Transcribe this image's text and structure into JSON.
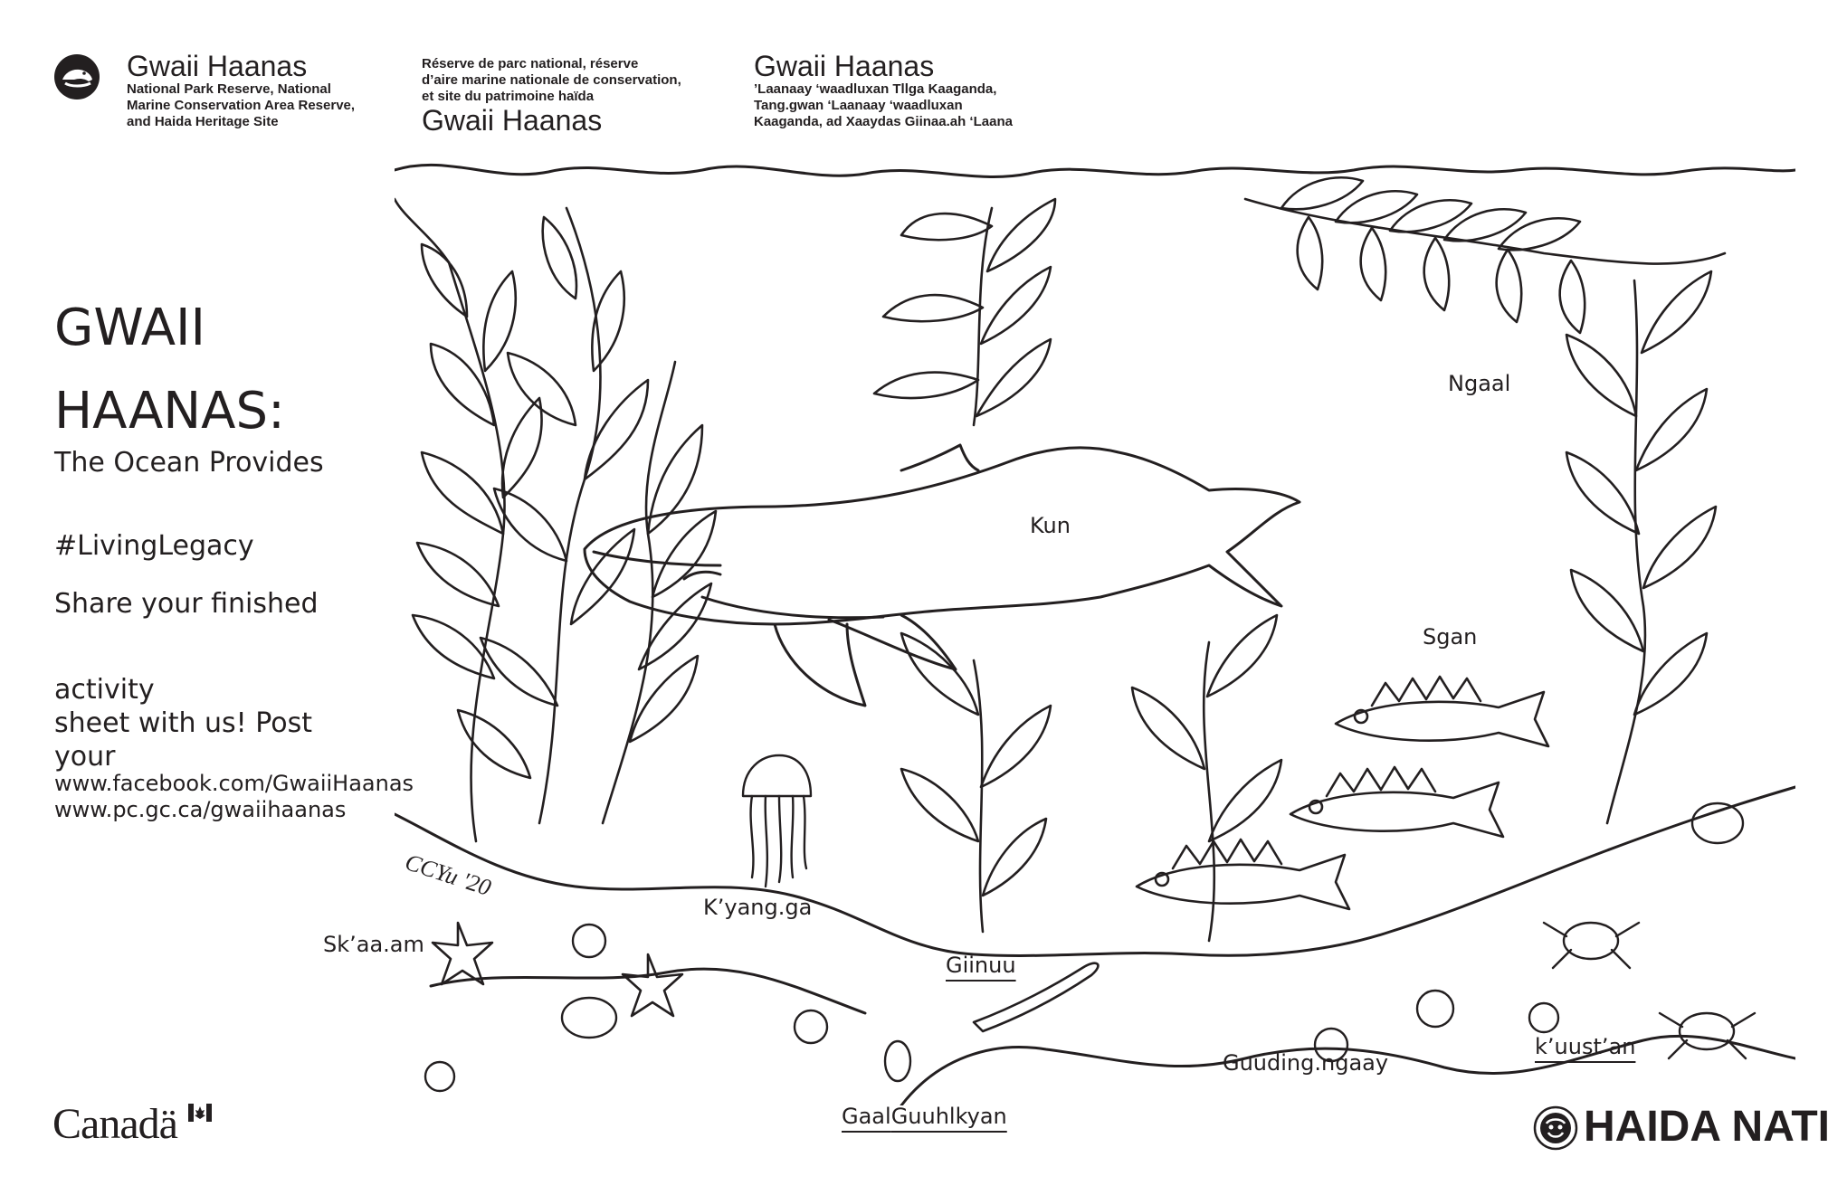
{
  "header": {
    "english": {
      "title": "Gwaii Haanas",
      "lines": [
        "National Park Reserve, National",
        "Marine Conservation Area Reserve,",
        "and Haida Heritage Site"
      ]
    },
    "french": {
      "lines": [
        "Réserve de parc national, réserve",
        "d’aire marine nationale de conservation,",
        "et site du patrimoine haïda"
      ],
      "title": "Gwaii Haanas"
    },
    "haida": {
      "title": "Gwaii Haanas",
      "lines": [
        "’Laanaay ‘waadluxan Tllga Kaaganda,",
        "Tang.gwan ‘Laanaay ‘waadluxan",
        "Kaaganda, ad Xaaydas Giinaa.ah ‘Laana"
      ]
    }
  },
  "left": {
    "title_line1": "GWAII",
    "title_line2": "HAANAS:",
    "subtitle": "The Ocean Provides",
    "hashtag": "#LivingLegacy",
    "share_line1": "Share your finished",
    "share_line2": "activity",
    "share_line3": "sheet with us! Post",
    "share_line4": "your",
    "url1": "www.facebook.com/GwaiiHaanas",
    "url2": "www.pc.gc.ca/gwaiihaanas"
  },
  "labels": {
    "ngaal": "Ngaal",
    "kun": "Kun",
    "sgan": "Sgan",
    "kyangga": "K’yang.ga",
    "skaaam": "Sk’aa.am",
    "giinuu": "Giinuu",
    "guudingngaay": "Guuding.ngaay",
    "kuustan": "k’uust’an",
    "gaal": "Gaal",
    "guuhlkyan": "Guuhlkyan"
  },
  "signature": "CCYu '20",
  "footer": {
    "canada": "Canadä",
    "haida": "HAIDA NATI"
  },
  "icons": [
    "beaver-icon",
    "canada-flag-icon",
    "haida-crest-icon"
  ],
  "colors": {
    "ink": "#231f20",
    "paper": "#ffffff"
  }
}
